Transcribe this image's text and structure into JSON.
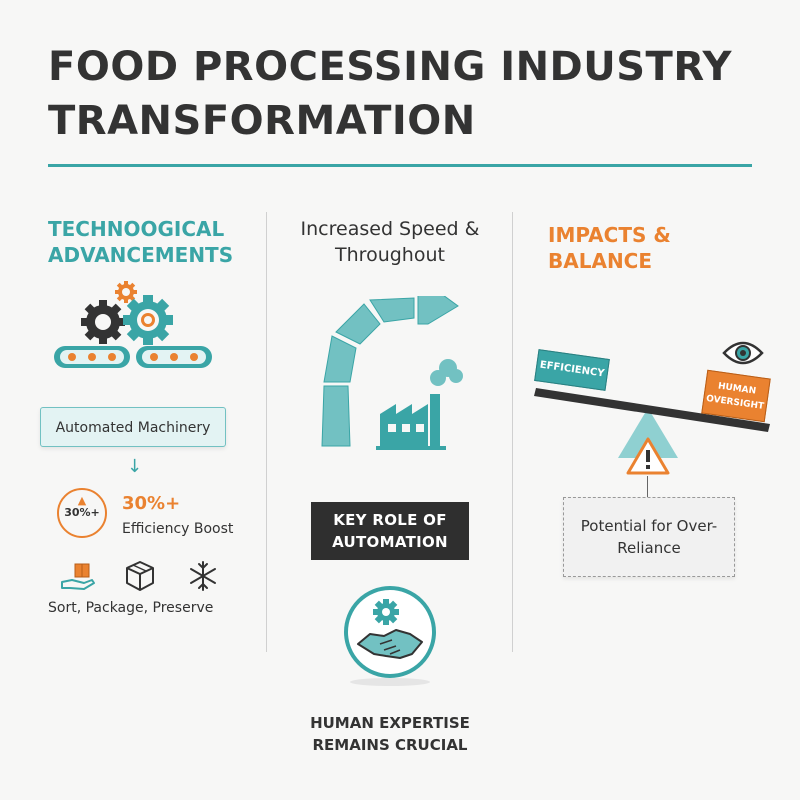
{
  "title": "FOOD PROCESSING INDUSTRY TRANSFORMATION",
  "colors": {
    "teal": "#3aa5a6",
    "orange": "#ea8230",
    "dark": "#333333",
    "light_teal": "#e3f3f3"
  },
  "left": {
    "heading": "TECHNOOGICAL ADVANCEMENTS",
    "icon": "gears-conveyor-icon",
    "box_label": "Automated Machinery",
    "stat_badge": "30%+",
    "stat_value": "30%+",
    "stat_label": "Efficiency Boost",
    "bottom_icons": [
      "hand-box-icon",
      "package-icon",
      "snowflake-icon"
    ],
    "bottom_label": "Sort, Package, Preserve"
  },
  "middle": {
    "heading": "Increased Speed & Throughout",
    "icon": "curved-arrow-factory-icon",
    "key_role": "KEY ROLE OF AUTOMATION",
    "icon2": "handshake-gear-icon",
    "bottom_label": "HUMAN EXPERTISE REMAINS CRUCIAL"
  },
  "right": {
    "heading": "IMPACTS & BALANCE",
    "left_weight": "EFFICIENCY",
    "right_weight": "HUMAN OVERSIGHT",
    "icons": [
      "eye-icon",
      "warning-icon"
    ],
    "box_label": "Potential for Over-Reliance"
  }
}
